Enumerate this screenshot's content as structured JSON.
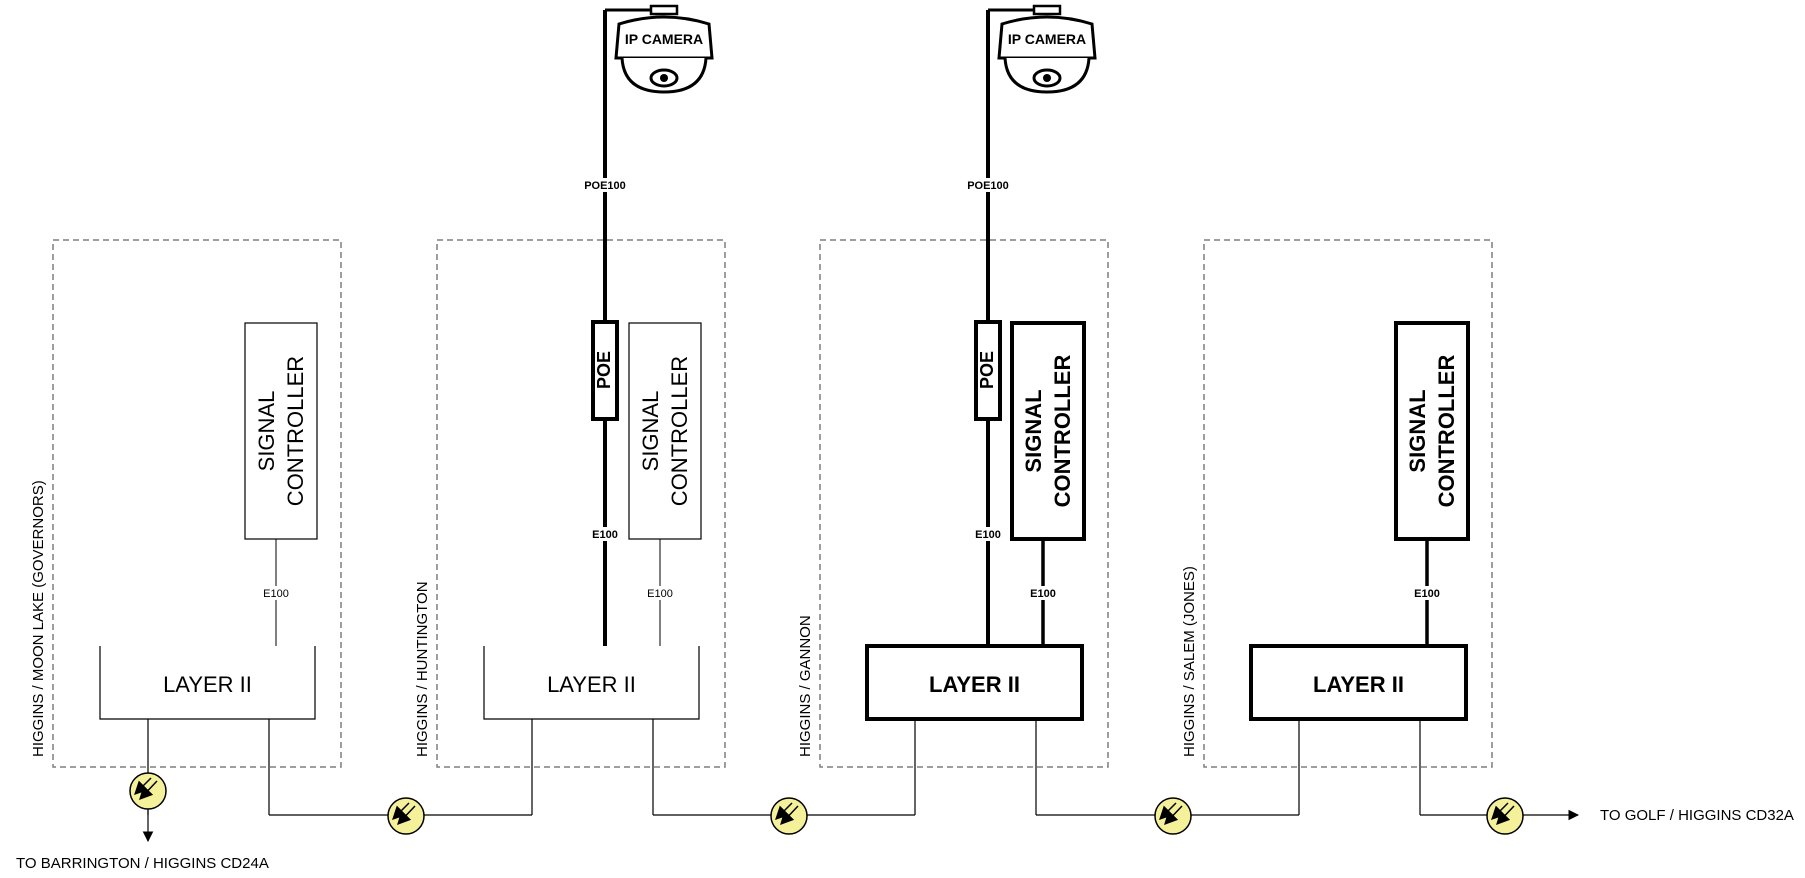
{
  "sites": [
    {
      "name": "HIGGINS / MOON LAKE (GOVERNORS)",
      "switch_label": "LAYER II",
      "controller_label": [
        "SIGNAL",
        "CONTROLLER"
      ],
      "link_label": "E100",
      "bold": false
    },
    {
      "name": "HIGGINS / HUNTINGTON",
      "switch_label": "LAYER II",
      "controller_label": [
        "SIGNAL",
        "CONTROLLER"
      ],
      "link_label": "E100",
      "bold": false,
      "poe_label": "POE",
      "poe_link_label": "E100",
      "camera_cable_label": "POE100",
      "camera_label": "IP CAMERA"
    },
    {
      "name": "HIGGINS / GANNON",
      "switch_label": "LAYER II",
      "controller_label": [
        "SIGNAL",
        "CONTROLLER"
      ],
      "link_label": "E100",
      "bold": true,
      "poe_label": "POE",
      "poe_link_label": "E100",
      "camera_cable_label": "POE100",
      "camera_label": "IP CAMERA"
    },
    {
      "name": "HIGGINS / SALEM (JONES)",
      "switch_label": "LAYER II",
      "controller_label": [
        "SIGNAL",
        "CONTROLLER"
      ],
      "link_label": "E100",
      "bold": true
    }
  ],
  "endpoints": {
    "left": "TO BARRINGTON / HIGGINS CD24A",
    "right": "TO GOLF / HIGGINS CD32A"
  },
  "colors": {
    "line": "#000000",
    "dashed_border": "#7f7f7f",
    "radio_fill": "#f5f19a"
  }
}
